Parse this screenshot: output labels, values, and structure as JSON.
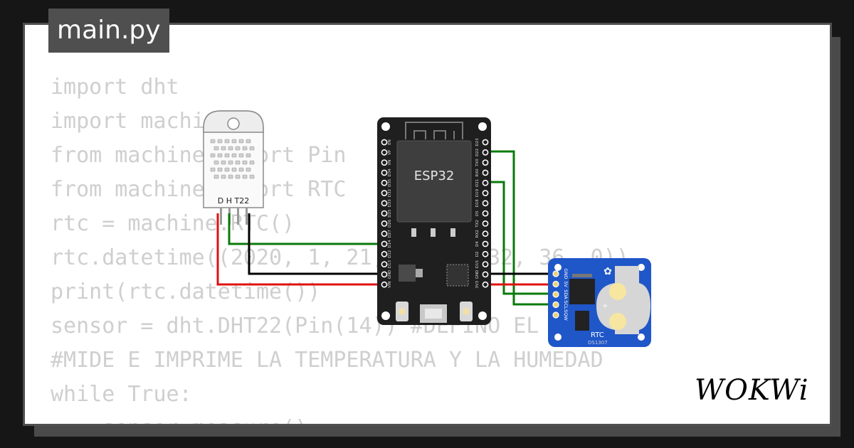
{
  "editor": {
    "filename": "main.py",
    "code_lines": [
      "import dht",
      "import machine",
      "from machine import Pin",
      "from machine import RTC",
      "rtc = machine.RTC()",
      "rtc.datetime((2020, 1, 21, 2, 10, 32, 36, 0))",
      "print(rtc.datetime())",
      "sensor = dht.DHT22(Pin(14)) #DEFINO EL SENSOR",
      "#MIDE E IMPRIME LA TEMPERATURA Y LA HUMEDAD",
      "while True:",
      "    sensor.measure()"
    ]
  },
  "components": {
    "dht22": {
      "label": "D H T22"
    },
    "esp32": {
      "label": "ESP32",
      "left_pins": [
        "EN",
        "VP",
        "VN",
        "D34",
        "D35",
        "D32",
        "D33",
        "D25",
        "D26",
        "D27",
        "D14",
        "D12",
        "D13",
        "GND",
        "VIN"
      ],
      "right_pins": [
        "D23",
        "D22",
        "TX0",
        "RX0",
        "D21",
        "D19",
        "D18",
        "D5",
        "TX2",
        "RX2",
        "D4",
        "D2",
        "D15",
        "GND",
        "3V3"
      ]
    },
    "rtc": {
      "title": "RTC",
      "subtitle": "DS1307",
      "pins": [
        "GND",
        "5V",
        "SDA",
        "SCL",
        "SQW"
      ]
    }
  },
  "wires": {
    "green": "#0a7a0a",
    "black": "#000000",
    "red": "#e01010"
  },
  "brand": {
    "logo": "WOKWi"
  }
}
